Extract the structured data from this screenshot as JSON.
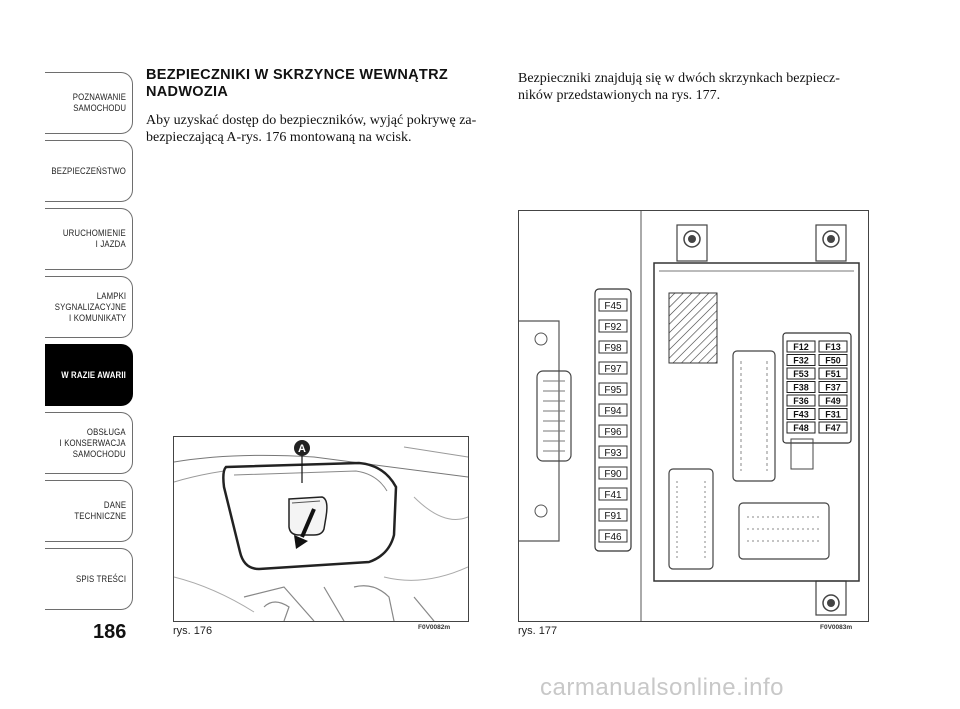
{
  "sidebar": {
    "tabs": [
      {
        "label": "POZNAWANIE\nSAMOCHODU"
      },
      {
        "label": "BEZPIECZEŃSTWO"
      },
      {
        "label": "URUCHOMIENIE\nI JAZDA"
      },
      {
        "label": "LAMPKI\nSYGNALIZACYJNE\nI KOMUNIKATY"
      },
      {
        "label": "W RAZIE AWARII"
      },
      {
        "label": "OBSŁUGA\nI KONSERWACJA\nSAMOCHODU"
      },
      {
        "label": "DANE\nTECHNICZNE"
      },
      {
        "label": "SPIS TREŚCI"
      }
    ],
    "active_tab": "W RAZIE AWARII"
  },
  "page_number": "186",
  "section": {
    "heading": "BEZPIECZNIKI W SKRZYNCE WEWNĄTRZ NADWOZIA",
    "paragraph_left": "Aby uzyskać dostęp do bezpieczników, wyjąć pokrywę za-bezpieczającą A-rys. 176 montowaną na wcisk.",
    "paragraph_right": "Bezpieczniki znajdują się w dwóch skrzynkach bezpiecz-ników przedstawionych na rys. 177."
  },
  "figures": {
    "fig176": {
      "caption": "rys. 176",
      "code": "F0V0082m",
      "callout": "A"
    },
    "fig177": {
      "caption": "rys. 177",
      "code": "F0V0083m",
      "left_fuses": [
        "F45",
        "F92",
        "F98",
        "F97",
        "F95",
        "F94",
        "F96",
        "F93",
        "F90",
        "F41",
        "F91",
        "F46"
      ],
      "right_fuses": [
        [
          "F12",
          "F13"
        ],
        [
          "F32",
          "F50"
        ],
        [
          "F53",
          "F51"
        ],
        [
          "F38",
          "F37"
        ],
        [
          "F36",
          "F49"
        ],
        [
          "F43",
          "F31"
        ],
        [
          "F48",
          "F47"
        ]
      ]
    }
  },
  "watermark": "carmanualsonline.info",
  "colors": {
    "active_tab_bg": "#000000",
    "border": "#6e6e6e",
    "watermark": "#c8c8c8"
  }
}
